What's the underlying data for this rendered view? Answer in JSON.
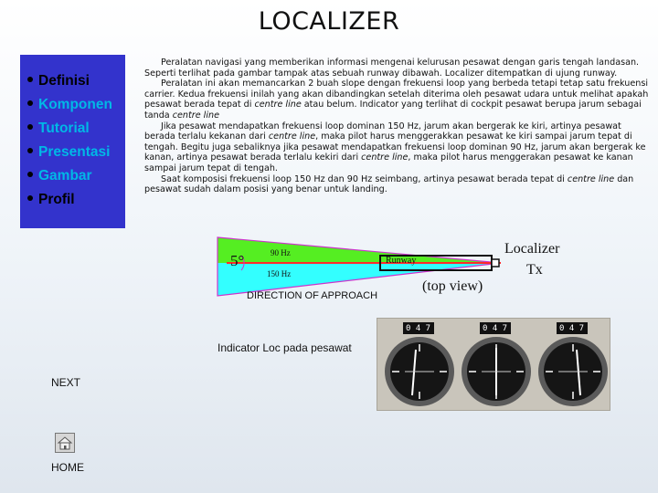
{
  "title": "LOCALIZER",
  "nav": {
    "items": [
      {
        "label": "Definisi",
        "link": false
      },
      {
        "label": "Komponen",
        "link": true
      },
      {
        "label": "Tutorial",
        "link": true
      },
      {
        "label": "Presentasi",
        "link": true
      },
      {
        "label": "Gambar",
        "link": true
      },
      {
        "label": "Profil",
        "link": false
      }
    ]
  },
  "paragraphs": {
    "p1": "Peralatan navigasi yang memberikan informasi mengenai kelurusan pesawat dengan garis tengah landasan. Seperti terlihat pada gambar tampak atas sebuah runway dibawah. Localizer ditempatkan di ujung runway.",
    "p2_a": "Peralatan ini akan memancarkan 2 buah slope dengan frekuensi loop yang berbeda tetapi tetap satu frekuensi carrier. Kedua frekuensi inilah yang akan dibandingkan setelah diterima oleh pesawat udara untuk melihat apakah pesawat berada tepat di ",
    "p2_i": "centre line",
    "p2_b": " atau belum. Indicator yang terlihat di cockpit pesawat berupa jarum sebagai tanda ",
    "p2_i2": "centre line",
    "p3_a": "Jika pesawat mendapatkan frekuensi loop dominan 150 Hz, jarum akan bergerak ke kiri, artinya pesawat berada terlalu kekanan dari ",
    "p3_i": "centre line",
    "p3_b": ", maka pilot harus menggerakkan pesawat ke kiri sampai jarum tepat di tengah. Begitu juga sebaliknya jika pesawat mendapatkan frekuensi loop dominan 90 Hz, jarum akan bergerak ke kanan, artinya pesawat berada terlalu kekiri dari ",
    "p3_i2": "centre line",
    "p3_c": ", maka pilot harus menggerakan pesawat ke kanan sampai jarum tepat di tengah.",
    "p4_a": "Saat komposisi frekuensi loop 150 Hz dan 90 Hz seimbang, artinya pesawat berada tepat di ",
    "p4_i": "centre line",
    "p4_b": " dan pesawat sudah dalam posisi yang benar untuk landing."
  },
  "diagram": {
    "angle": "5°",
    "hz90": "90 Hz",
    "hz150": "150 Hz",
    "runway": "Runway",
    "localizer": "Localizer",
    "tx": "Tx",
    "top_view": "(top view)",
    "direction": "DIRECTION OF APPROACH",
    "colors": {
      "upper": "#55ee22",
      "lower": "#33ffff",
      "beam": "#ff2a2a",
      "border": "#cc33cc"
    }
  },
  "instrument": {
    "caption": "Indicator Loc pada pesawat",
    "readouts": [
      "0 4 7",
      "0 4 7",
      "0 4 7"
    ]
  },
  "footer": {
    "next": "NEXT",
    "home": "HOME"
  }
}
